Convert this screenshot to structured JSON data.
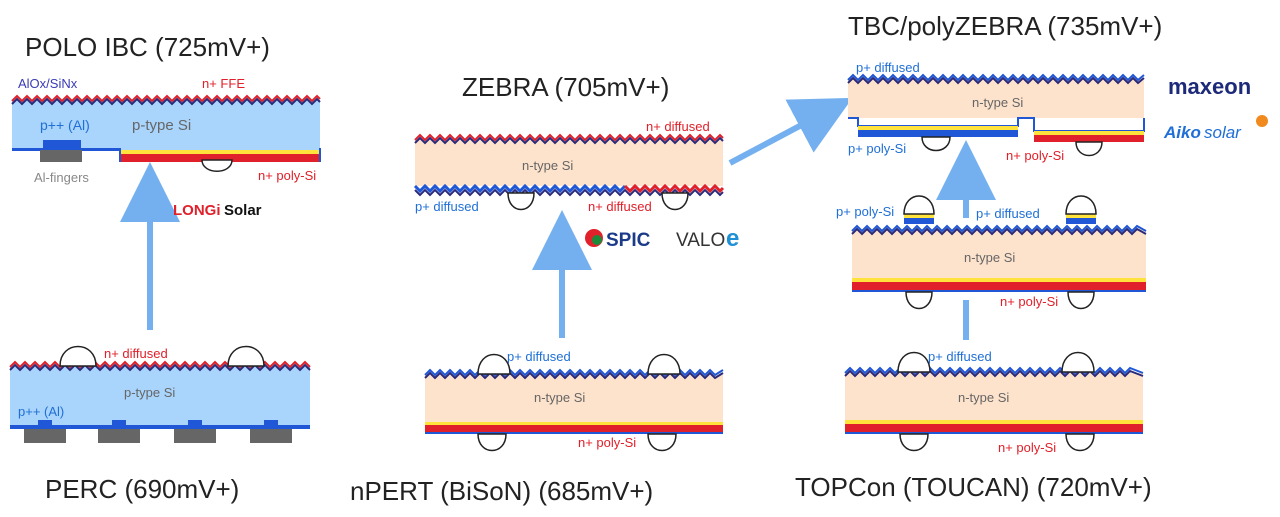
{
  "titles": {
    "polo_ibc": "POLO IBC (725mV+)",
    "zebra": "ZEBRA (705mV+)",
    "tbc": "TBC/polyZEBRA (735mV+)",
    "perc": "PERC (690mV+)",
    "npert": "nPERT (BiSoN) (685mV+)",
    "topcon": "TOPCon  (TOUCAN) (720mV+)"
  },
  "polo": {
    "passivation": "AlOx/SiNx",
    "ffe": "n+ FFE",
    "al": "p++ (Al)",
    "bulk": "p-type Si",
    "fingers": "Al-fingers",
    "poly": "n+ poly-Si"
  },
  "zebra": {
    "top": "n+ diffused",
    "bulk": "n-type Si",
    "p_diff": "p+ diffused",
    "n_diff": "n+ diffused"
  },
  "tbc": {
    "top": "p+ diffused",
    "bulk": "n-type Si",
    "p_poly": "p+ poly-Si",
    "n_poly": "n+ poly-Si"
  },
  "perc": {
    "top": "n+ diffused",
    "bulk": "p-type Si",
    "al": "p++ (Al)"
  },
  "npert": {
    "top": "p+ diffused",
    "bulk": "n-type Si",
    "poly": "n+ poly-Si"
  },
  "toucan": {
    "p_poly": "p+ poly-Si",
    "p_diff": "p+ diffused",
    "bulk": "n-type Si",
    "poly": "n+ poly-Si"
  },
  "topcon": {
    "top": "p+ diffused",
    "bulk": "n-type Si",
    "poly": "n+ poly-Si"
  },
  "logos": {
    "longi_a": "LONGi",
    "longi_b": "Solar",
    "spic": "SPIC",
    "valoe": "VALO",
    "valoe_e": "e",
    "maxeon": "maxeon",
    "aiko": "Aiko",
    "aiko_b": "solar"
  },
  "colors": {
    "n_si": "#fde2cc",
    "p_si": "#a9d4fb",
    "arrow": "#74b0f0",
    "red_layer": "#e0202a",
    "blue_layer": "#1f57d6",
    "yellow_layer": "#ffe23c",
    "zigzag_navy": "#2a2a7a"
  }
}
